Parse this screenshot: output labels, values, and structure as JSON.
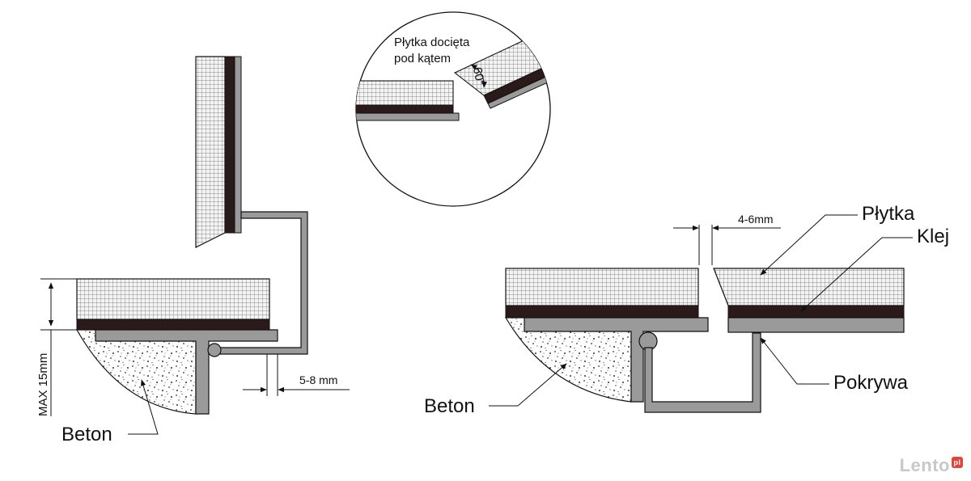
{
  "labels": {
    "left_beton": "Beton",
    "left_max": "MAX 15mm",
    "left_gap": "5-8 mm",
    "circle_line1": "Płytka docięta",
    "circle_line2": "pod kątem",
    "circle_angle": "60°",
    "right_gap": "4-6mm",
    "right_plytka": "Płytka",
    "right_klej": "Klej",
    "right_pokrywa": "Pokrywa",
    "right_beton": "Beton"
  },
  "watermark": {
    "text": "Lento",
    "badge": "pl"
  },
  "colors": {
    "tile_fill": "#f2f2f2",
    "tile_grid": "#555555",
    "adhesive": "#2a1a1a",
    "profile": "#9a9a9a",
    "outline": "#111111",
    "concrete_fill": "#ffffff",
    "concrete_dots": "#333333"
  }
}
